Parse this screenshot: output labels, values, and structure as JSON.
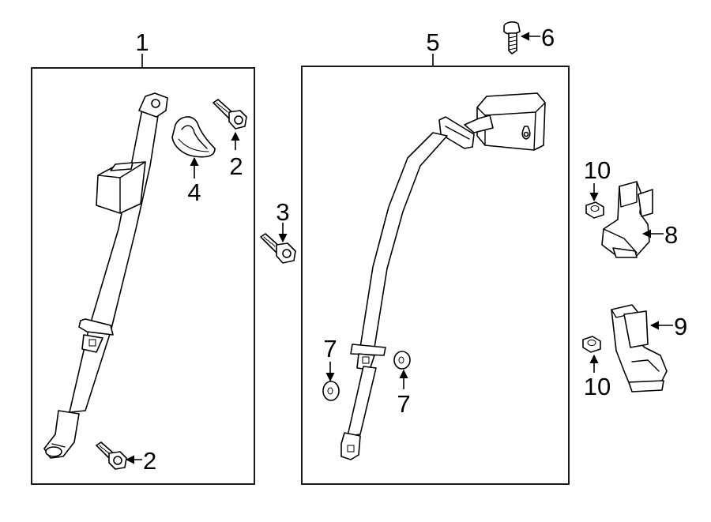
{
  "callouts": {
    "c1": "1",
    "c2a": "2",
    "c2b": "2",
    "c3": "3",
    "c4": "4",
    "c5": "5",
    "c6": "6",
    "c7a": "7",
    "c7b": "7",
    "c8": "8",
    "c9": "9",
    "c10a": "10",
    "c10b": "10"
  },
  "colors": {
    "line": "#000000",
    "background": "#ffffff"
  }
}
